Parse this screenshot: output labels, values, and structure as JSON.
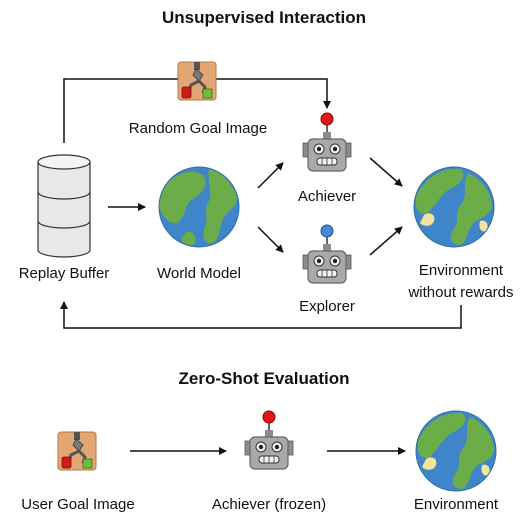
{
  "sections": {
    "unsupervised": {
      "title": "Unsupervised Interaction"
    },
    "zeroshot": {
      "title": "Zero-Shot Evaluation"
    }
  },
  "nodes": {
    "random_goal": {
      "label": "Random Goal Image",
      "icon": "robot-arm-goal-icon"
    },
    "replay_buffer": {
      "label": "Replay Buffer",
      "icon": "database-icon"
    },
    "world_model": {
      "label": "World Model",
      "icon": "globe-icon"
    },
    "achiever": {
      "label": "Achiever",
      "icon": "robot-icon"
    },
    "explorer": {
      "label": "Explorer",
      "icon": "robot-icon"
    },
    "environment": {
      "label_line1": "Environment",
      "label_line2": "without rewards",
      "icon": "globe-icon"
    },
    "user_goal": {
      "label": "User Goal Image",
      "icon": "robot-arm-goal-icon"
    },
    "achiever_frozen": {
      "label": "Achiever (frozen)",
      "icon": "robot-icon"
    },
    "environment_eval": {
      "label": "Environment",
      "icon": "globe-icon"
    }
  },
  "colors": {
    "achiever_antenna": "#e0161b",
    "explorer_antenna": "#4a86d8",
    "ocean": "#3e86c9",
    "land": "#6cad4a",
    "sand": "#f3e39b",
    "goal_tile": "#e2a774"
  }
}
